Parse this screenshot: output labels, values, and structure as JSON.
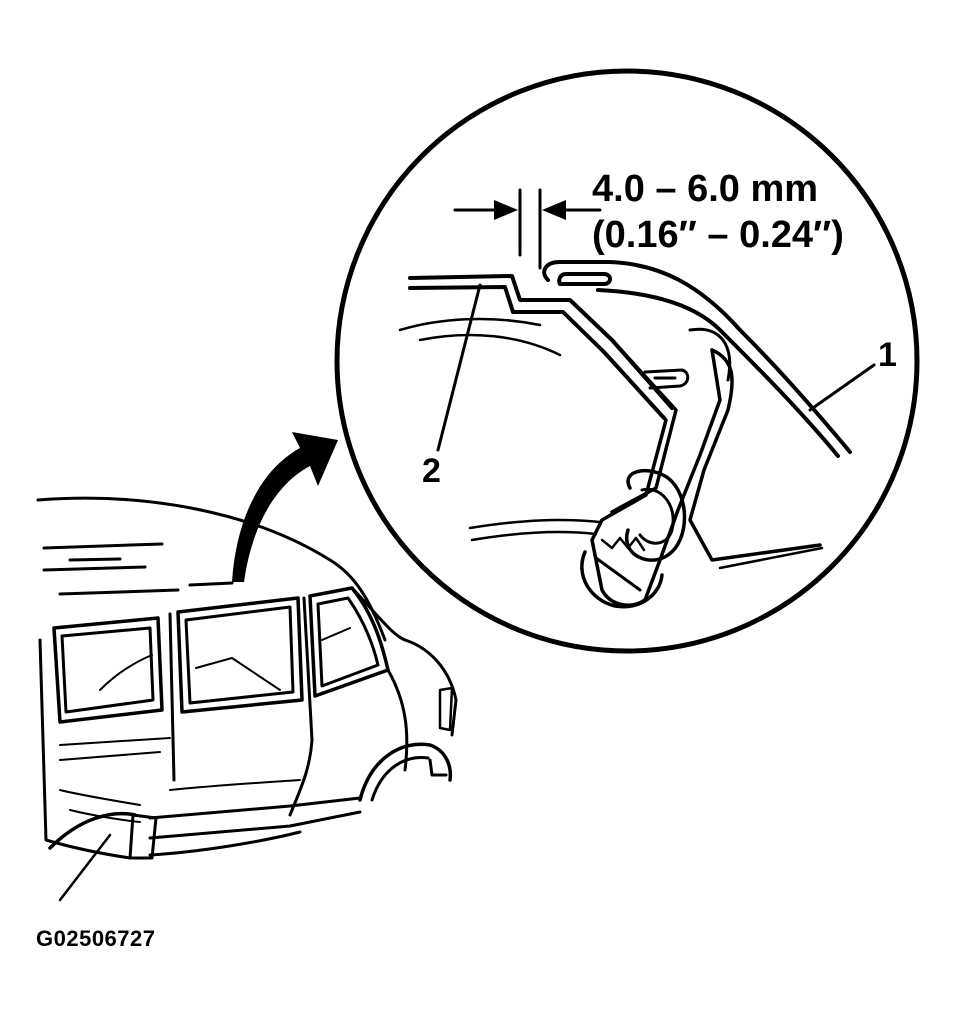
{
  "dimension": {
    "metric": "4.0 – 6.0 mm",
    "imperial": "(0.16″ – 0.24″)"
  },
  "callouts": {
    "one": "1",
    "two": "2"
  },
  "figure_id": "G02506727",
  "colors": {
    "ink": "#000000",
    "background": "#ffffff"
  }
}
